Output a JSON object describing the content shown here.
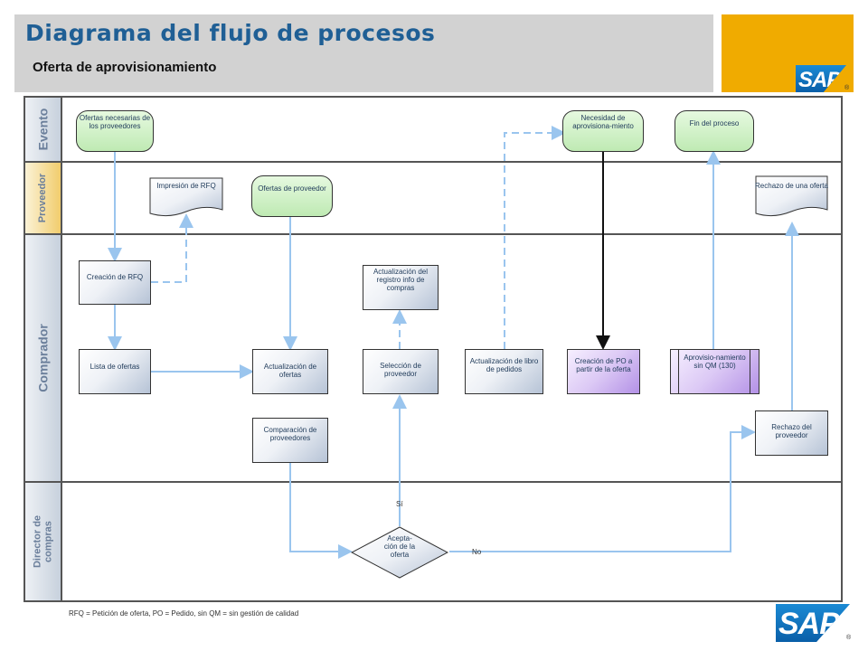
{
  "header": {
    "title": "Diagrama del flujo de procesos",
    "subtitle": "Oferta de aprovisionamiento",
    "logo_text": "SAP",
    "registered_mark": "®"
  },
  "lanes": [
    {
      "id": "evento",
      "label": "Evento"
    },
    {
      "id": "proveedor",
      "label": "Proveedor"
    },
    {
      "id": "comprador",
      "label": "Comprador"
    },
    {
      "id": "director",
      "label": "Director de compras"
    }
  ],
  "nodes": {
    "ofertas_necesarias": "Ofertas necesarias de los proveedores",
    "necesidad": "Necesidad de aprovisiona-miento",
    "fin": "Fin del proceso",
    "impresion_rfq": "Impresión de RFQ",
    "ofertas_proveedor": "Ofertas de proveedor",
    "rechazo_oferta": "Rechazo de una oferta",
    "creacion_rfq": "Creación de RFQ",
    "actualizacion_registro": "Actualización del registro info de compras",
    "lista_ofertas": "Lista de ofertas",
    "actualizacion_ofertas": "Actualización de ofertas",
    "seleccion_proveedor": "Selección de proveedor",
    "actualizacion_libro": "Actualización de libro de pedidos",
    "creacion_po": "Creación de PO a partir de la oferta",
    "aprovisionamiento": "Aprovisio-namiento sin QM (130)",
    "comparacion": "Comparación de proveedores",
    "rechazo_proveedor": "Rechazo del proveedor",
    "aceptacion": "Acepta-ción de la oferta"
  },
  "labels": {
    "yes": "Sí",
    "no": "No"
  },
  "footnote": "RFQ = Petición de oferta, PO = Pedido, sin QM = sin gestión de calidad",
  "colors": {
    "title": "#1f5f95",
    "header_gray": "#d2d2d2",
    "gold": "#f0ab00",
    "connector": "#9ac5ee",
    "event_green": "#bfeab3",
    "purple": "#b391e6"
  }
}
